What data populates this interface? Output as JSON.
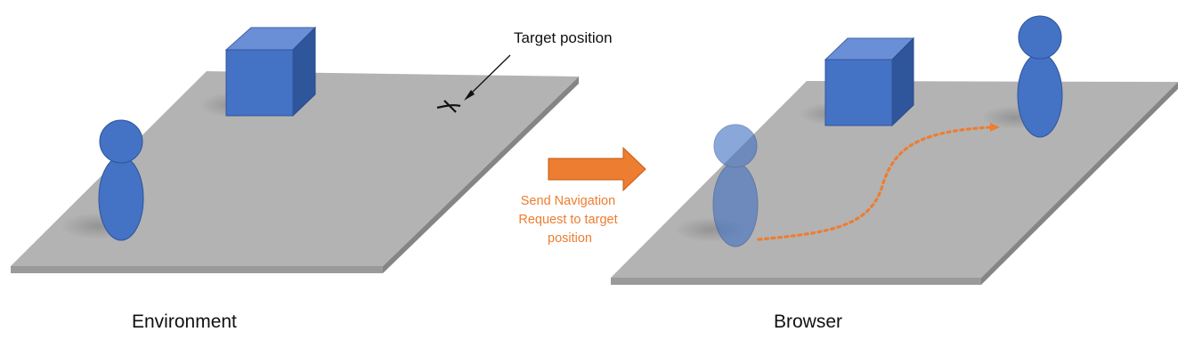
{
  "diagram": {
    "target_label": "Target position",
    "send_label_lines": [
      "Send Navigation",
      "Request to target",
      "position"
    ],
    "environment_label": "Environment",
    "browser_label": "Browser"
  },
  "colors": {
    "floor_top": "#b3b3b3",
    "floor_edge_side": "#858585",
    "floor_edge_front": "#9a9a9a",
    "cube_front": "#4472c4",
    "cube_top": "#6a8fd6",
    "cube_side": "#2f559b",
    "figure": "#4472c4",
    "arrow_orange": "#ed7d31",
    "path_orange": "#ed7d31",
    "text_orange": "#ed7d31",
    "text_dark": "#111111"
  },
  "icons": {
    "target_marker": "x-mark-icon",
    "send_arrow": "right-arrow-icon"
  }
}
